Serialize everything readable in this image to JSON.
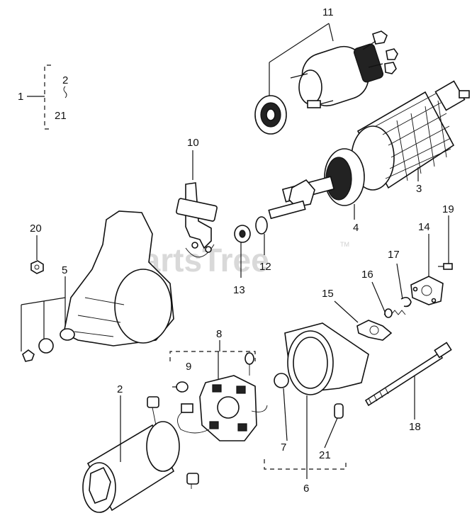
{
  "watermark": {
    "text": "PartsTree",
    "trademark": "TM"
  },
  "callouts": {
    "c1": "1",
    "c2_top": "2",
    "c21_top": "21",
    "c11": "11",
    "c10": "10",
    "c3": "3",
    "c4": "4",
    "c20": "20",
    "c5": "5",
    "c13": "13",
    "c12": "12",
    "c19": "19",
    "c14": "14",
    "c17": "17",
    "c16": "16",
    "c15": "15",
    "c8": "8",
    "c9": "9",
    "c2": "2",
    "c7": "7",
    "c21": "21",
    "c18": "18",
    "c6": "6"
  }
}
